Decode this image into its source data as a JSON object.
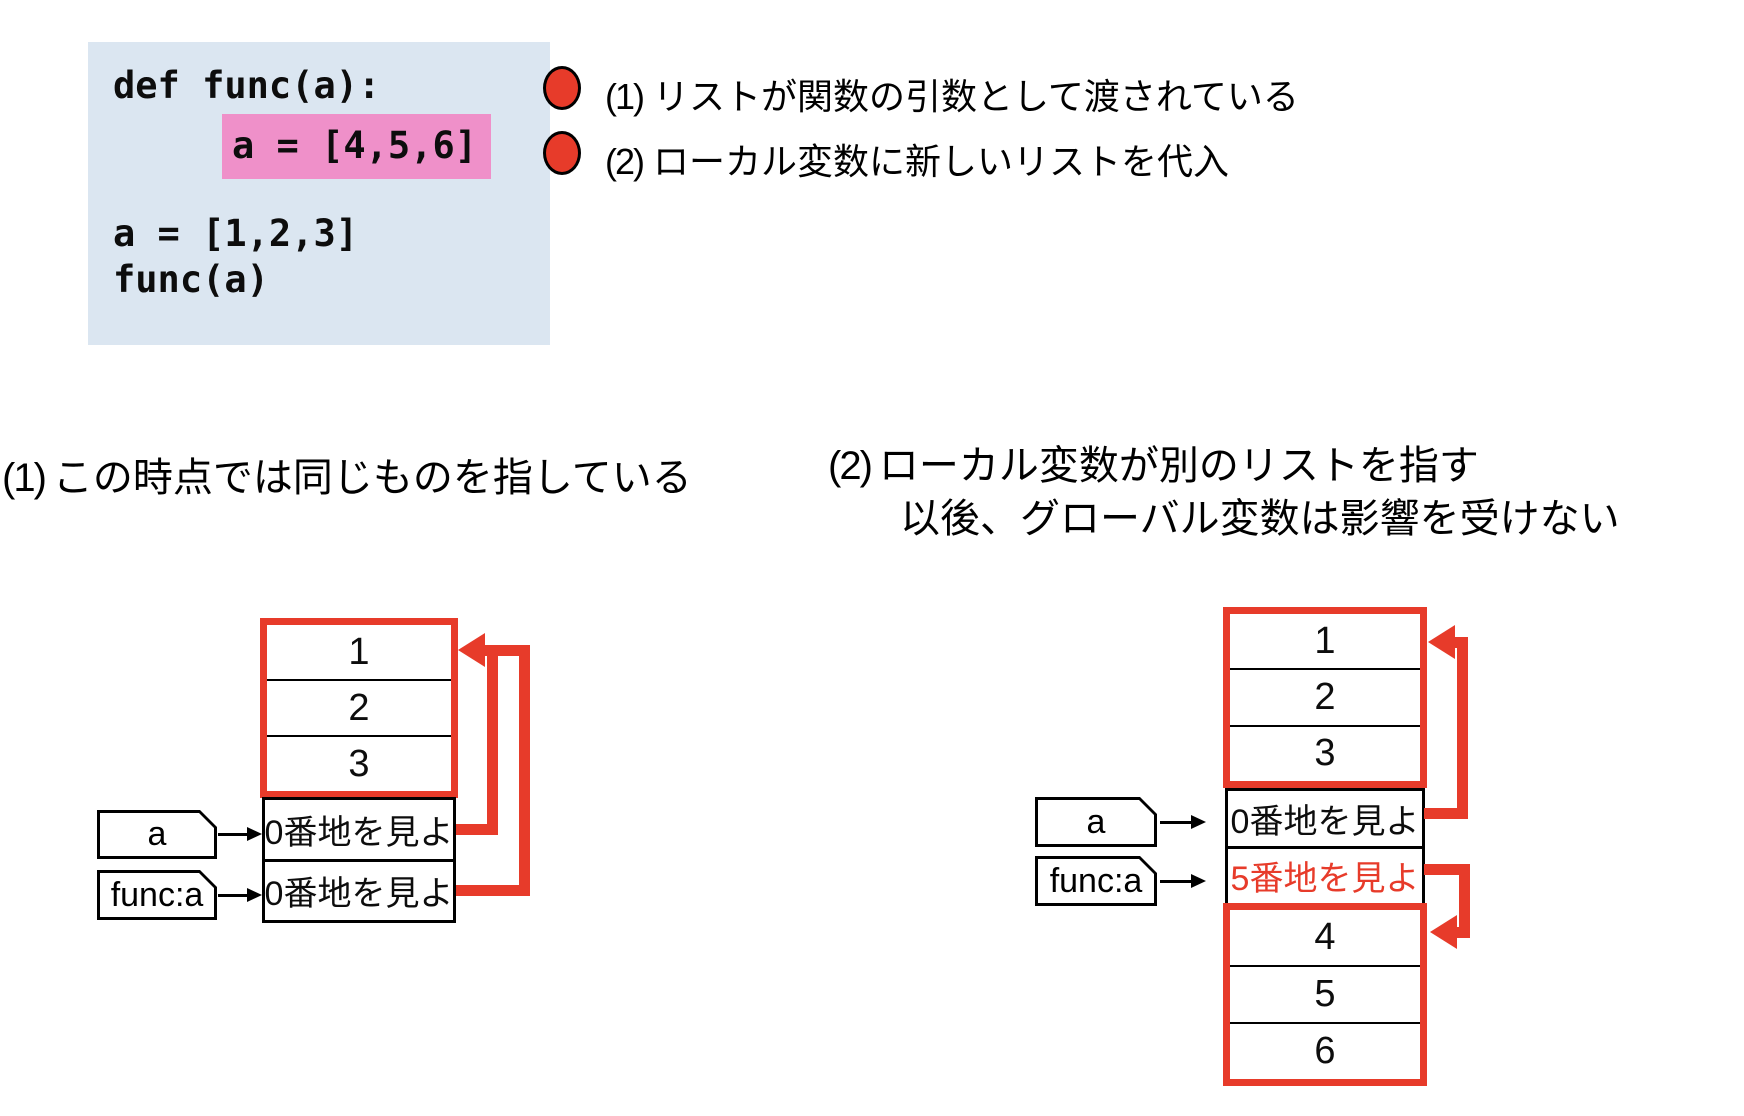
{
  "code": {
    "line_def": "def func(a):",
    "line_local_assign": "a = [4,5,6]",
    "line_global_assign": "a = [1,2,3]",
    "line_call": "func(a)"
  },
  "annotations": {
    "item1": {
      "marker": "(1)",
      "text": "リストが関数の引数として渡されている"
    },
    "item2": {
      "marker": "(2)",
      "text": "ローカル変数に新しいリストを代入"
    }
  },
  "captions": {
    "left": {
      "marker": "(1)",
      "text": "この時点では同じものを指している"
    },
    "right": {
      "marker": "(2)",
      "line1": "ローカル変数が別のリストを指す",
      "line2": "以後、グローバル変数は影響を受けない"
    }
  },
  "left_diagram": {
    "list_values": {
      "v1": "1",
      "v2": "2",
      "v3": "3"
    },
    "address_cells": {
      "a_ref": "0番地を見よ",
      "func_a_ref": "0番地を見よ"
    },
    "tags": {
      "global": "a",
      "local": "func:a"
    }
  },
  "right_diagram": {
    "list_values_top": {
      "v1": "1",
      "v2": "2",
      "v3": "3"
    },
    "address_cells": {
      "a_ref": "0番地を見よ",
      "func_a_ref": "5番地を見よ"
    },
    "tags": {
      "global": "a",
      "local": "func:a"
    },
    "list_values_bottom": {
      "v4": "4",
      "v5": "5",
      "v6": "6"
    }
  },
  "colors": {
    "accent_red": "#e73b2a",
    "highlight_pink": "#ef90c9",
    "code_background": "#dbe6f1",
    "red_text": "#e73b2a"
  }
}
